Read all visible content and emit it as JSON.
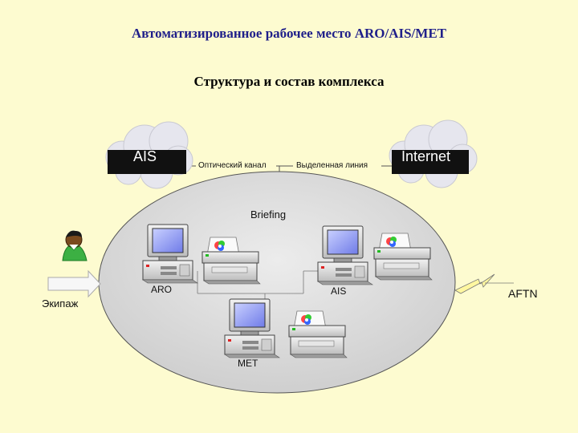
{
  "header": {
    "title": "Автоматизированное рабочее место ARO/AIS/MET",
    "subtitle": "Структура и состав комплекса"
  },
  "network": {
    "cloud_left": "AIS",
    "cloud_right": "Internet",
    "link_left": "Оптический канал",
    "link_right": "Выделенная линия",
    "hub_label": "Briefing"
  },
  "workstations": {
    "aro": "ARO",
    "ais": "AIS",
    "met": "MET"
  },
  "crew_label": "Экипаж",
  "aftn_label": "AFTN",
  "colors": {
    "title": "#1f1f8a",
    "background": "#fdfbd0",
    "ellipse": "#d9d9d9",
    "screen": "#8f98f0"
  }
}
